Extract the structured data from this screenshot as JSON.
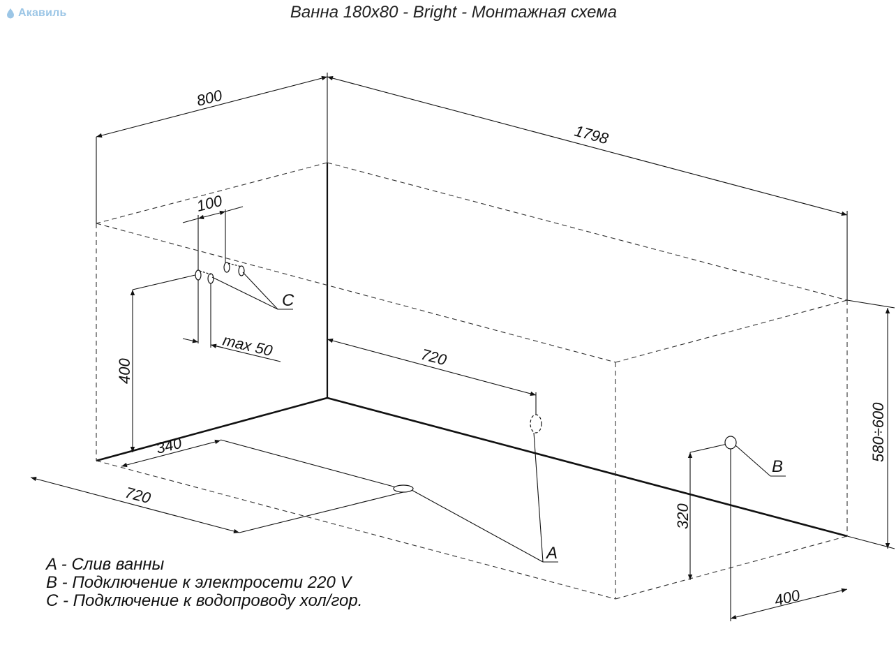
{
  "brand": {
    "name": "Акавиль",
    "logo_icon": "drop-icon",
    "color": "#9cc6e6"
  },
  "title": "Ванна 180x80 - Bright - Монтажная схема",
  "dimensions": {
    "width": "800",
    "length": "1798",
    "pipe_spacing": "100",
    "pipe_max_depth": "max 50",
    "supply_height": "400",
    "drain_from_corner": "720",
    "drain_offset": "340",
    "drain_from_side": "720",
    "height_range": "580÷600",
    "power_height": "320",
    "power_from_end": "400"
  },
  "markers": {
    "a": "A",
    "b": "B",
    "c": "C"
  },
  "legend": [
    "A - Слив ванны",
    "B - Подключение к электросети 220 V",
    "C - Подключение к водопроводу хол/гор."
  ]
}
